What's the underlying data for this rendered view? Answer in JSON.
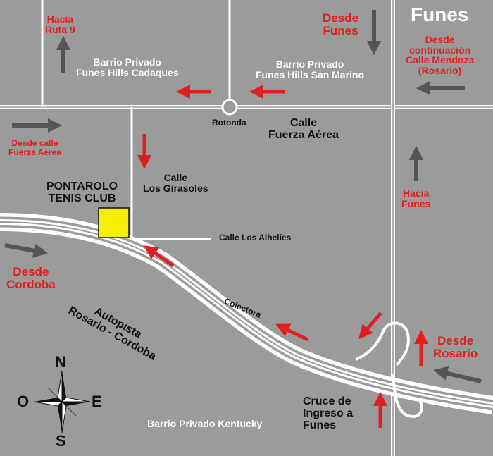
{
  "colors": {
    "background": "#9b9b9b",
    "road": "#ffffff",
    "red_arrow": "#e0201e",
    "gray_arrow": "#555555",
    "club_marker": "#f4f000"
  },
  "labels": {
    "funes_city": "Funes",
    "hacia_ruta9": "Hacia\nRuta 9",
    "barrio_cadaques": "Barrio Privado\nFunes Hills Cadaques",
    "barrio_san_marino": "Barrio Privado\nFunes Hills San Marino",
    "desde_funes": "Desde\nFunes",
    "desde_mendoza": "Desde\ncontinuación\nCalle Mendoza\n(Rosario)",
    "rotonda": "Rotonda",
    "calle_fuerza_aerea": "Calle\nFuerza Aérea",
    "desde_fuerza_aerea": "Desde calle\nFuerza Aérea",
    "calle_girasoles": "Calle\nLos Girasoles",
    "club_name": "PONTAROLO\nTENIS CLUB",
    "hacia_funes": "Hacia\nFunes",
    "calle_alhelies": "Calle Los Alhelíes",
    "desde_cordoba": "Desde\nCordoba",
    "autopista": "Autopista\nRosario - Cordoba",
    "colectora": "Colectora",
    "desde_rosario": "Desde\nRosario",
    "cruce_ingreso": "Cruce de\nIngreso a\nFunes",
    "barrio_kentucky": "Barrio Privado Kentucky"
  },
  "compass": {
    "north": "N",
    "south": "S",
    "east": "E",
    "west": "O"
  },
  "icons": {
    "red_arrow": "arrow-icon",
    "gray_arrow": "arrow-icon",
    "compass": "compass-rose-icon",
    "roundabout": "roundabout-icon"
  }
}
